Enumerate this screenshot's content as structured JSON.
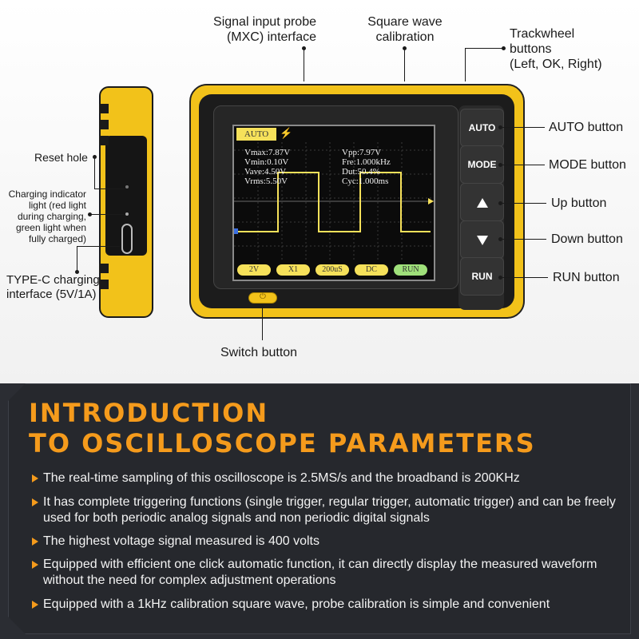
{
  "labels": {
    "probe": [
      "Signal input probe",
      "(MXC) interface"
    ],
    "square": [
      "Square wave",
      "calibration"
    ],
    "trackwheel": [
      "Trackwheel",
      "buttons",
      "(Left, OK, Right)"
    ],
    "reset": "Reset hole",
    "charging_indicator": [
      "Charging indicator",
      "light (red light",
      "during charging,",
      "green light when",
      "fully charged)"
    ],
    "typec": [
      "TYPE-C charging",
      "interface (5V/1A)"
    ],
    "auto_button": "AUTO button",
    "mode_button": "MODE button",
    "up_button": "Up button",
    "down_button": "Down button",
    "run_button": "RUN button",
    "switch_button": "Switch button"
  },
  "device": {
    "auto_tab": "AUTO",
    "measurements": {
      "vmax": "Vmax:7.87V",
      "vmin": "Vmin:0.10V",
      "vave": "Vave:4.50V",
      "vrms": "Vrms:5.50V",
      "vpp": "Vpp:7.97V",
      "fre": "Fre:1.000kHz",
      "dut": "Dut:50.4%",
      "cyc": "Cyc:1.000ms"
    },
    "pills": [
      "2V",
      "X1",
      "200uS",
      "DC",
      "RUN"
    ],
    "buttons": {
      "auto": "AUTO",
      "mode": "MODE",
      "run": "RUN"
    },
    "colors": {
      "body": "#f2c21a",
      "trace": "#f6e15a",
      "run_pill": "#9fe07a"
    }
  },
  "intro": {
    "title_line1": "INTRODUCTION",
    "title_line2": "TO OSCILLOSCOPE PARAMETERS",
    "bullets": [
      "The real-time sampling of this oscilloscope is 2.5MS/s and the broadband is 200KHz",
      "It has complete triggering functions (single trigger, regular trigger, automatic trigger) and can be freely used for both periodic analog signals and non periodic digital signals",
      "The highest voltage signal measured is 400 volts",
      "Equipped with efficient one click automatic function, it can directly display the measured waveform without the need for complex adjustment operations",
      "Equipped with a 1kHz calibration square wave, probe calibration is simple and convenient"
    ],
    "accent": "#f59b1c"
  }
}
